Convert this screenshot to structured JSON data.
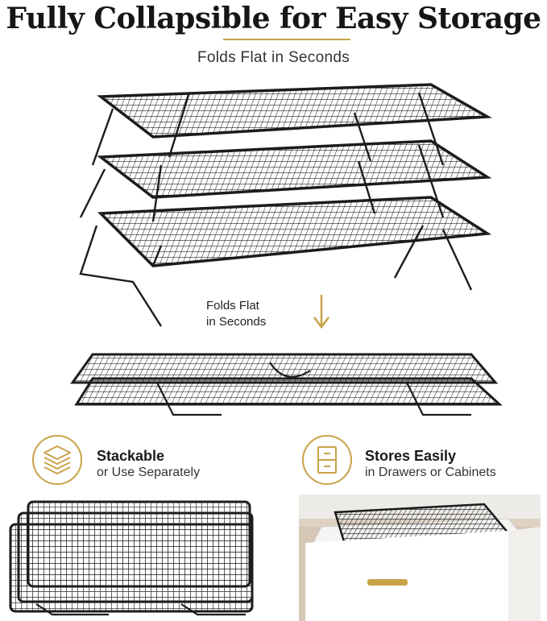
{
  "headline": "Fully Collapsible for Easy Storage",
  "subtitle": "Folds Flat in Seconds",
  "fold_note": {
    "line1": "Folds Flat",
    "line2": "in Seconds"
  },
  "features": [
    {
      "title": "Stackable",
      "subtitle": "or Use Separately",
      "icon": "stacked-layers-icon"
    },
    {
      "title": "Stores Easily",
      "subtitle": "in Drawers or Cabinets",
      "icon": "drawer-cabinet-icon"
    }
  ],
  "colors": {
    "accent_gold": "#c9a24a",
    "rack_black": "#1c1c1c"
  }
}
